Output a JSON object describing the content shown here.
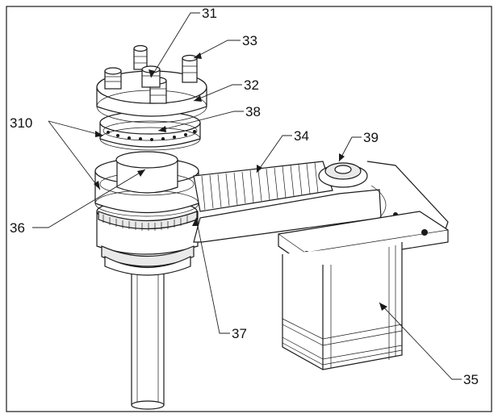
{
  "labels": {
    "l31": "31",
    "l33": "33",
    "l32": "32",
    "l38": "38",
    "l310": "310",
    "l34": "34",
    "l39": "39",
    "l36": "36",
    "l37": "37",
    "l35": "35"
  },
  "colors": {
    "line": "#1a1a1a",
    "background": "#ffffff"
  }
}
